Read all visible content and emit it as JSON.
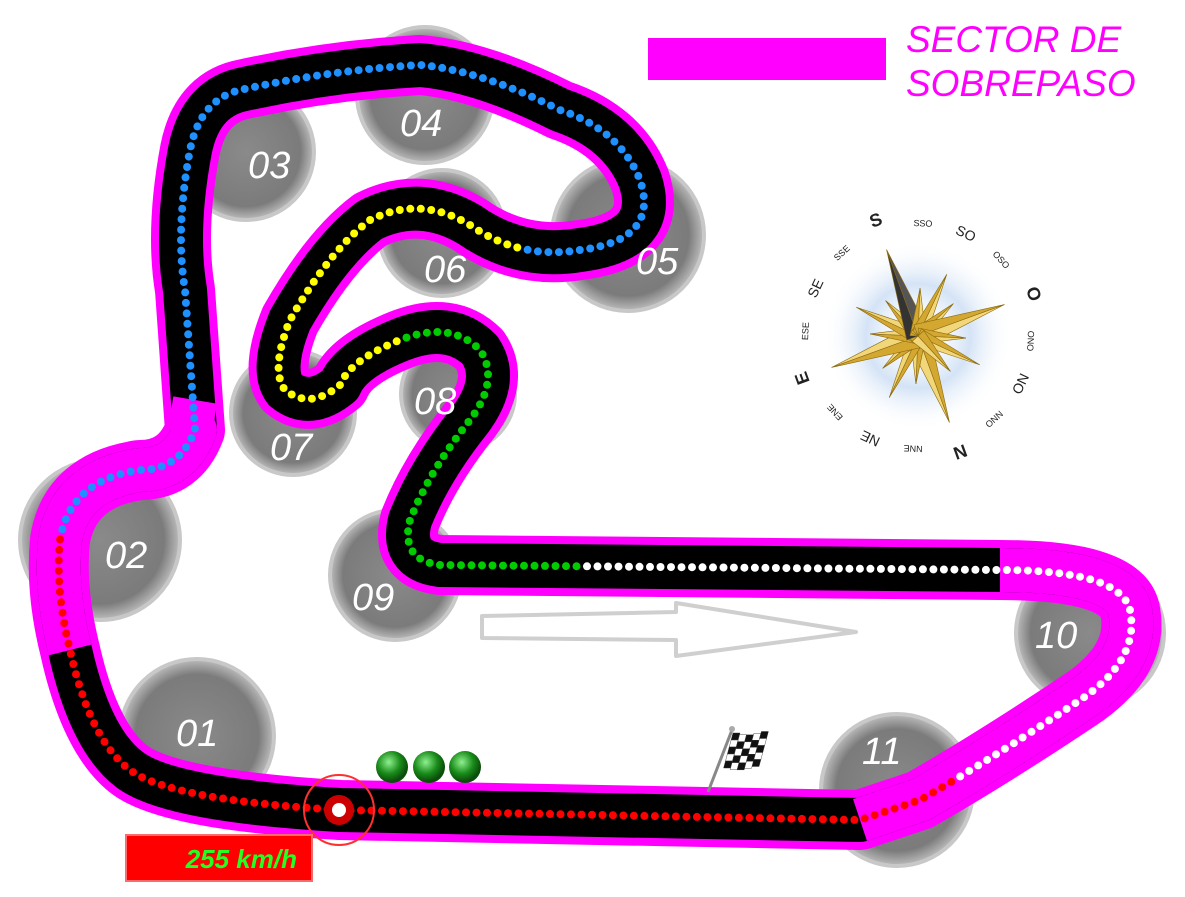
{
  "legend": {
    "label_line1": "SECTOR DE",
    "label_line2": "SOBREPASO",
    "color": "#ff00ff"
  },
  "speed": {
    "value_text": "255 km/h"
  },
  "turns": [
    "01",
    "02",
    "03",
    "04",
    "05",
    "06",
    "07",
    "08",
    "09",
    "10",
    "11"
  ],
  "compass_labels": [
    "S",
    "SSO",
    "SO",
    "OSO",
    "O",
    "ONO",
    "NO",
    "NNO",
    "N",
    "NNE",
    "NE",
    "ENE",
    "E",
    "ESE",
    "SE",
    "SSE"
  ],
  "colors": {
    "track": "#000000",
    "overtake": "#ff00ff",
    "runoff": "#7a7a7a",
    "sector_red": "#ff0000",
    "sector_blue": "#1e90ff",
    "sector_yellow": "#ffff00",
    "sector_green": "#00cc00",
    "sector_white": "#ffffff",
    "starting_lights": "#1a8c1a",
    "compass_gold": "#d4a830"
  },
  "icons": [
    "checkered-flag-icon",
    "compass-rose-icon",
    "direction-arrow-icon",
    "starting-lights-icon",
    "car-position-icon"
  ]
}
